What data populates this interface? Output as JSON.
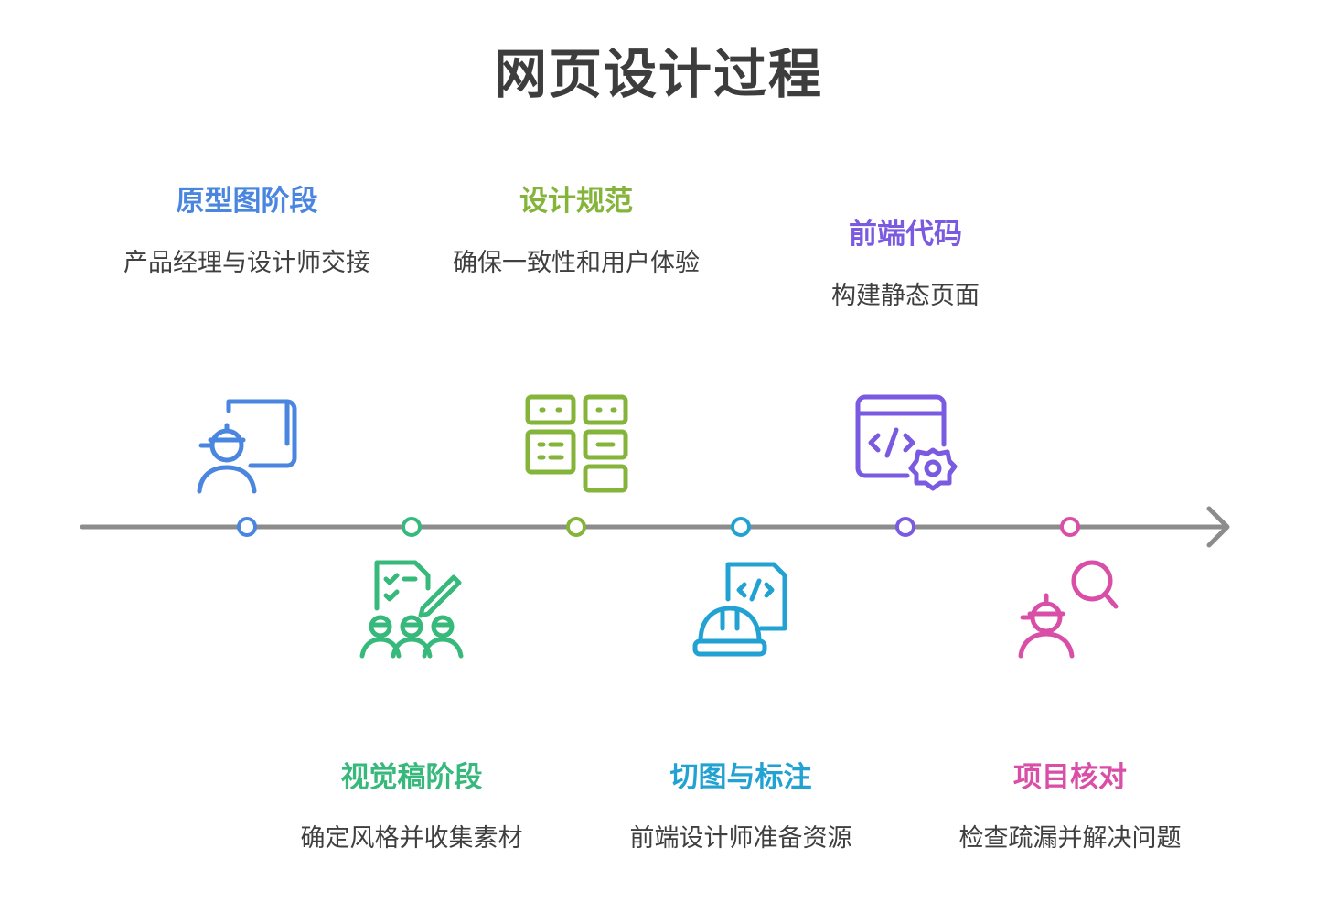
{
  "title": "网页设计过程",
  "stages": [
    {
      "heading": "原型图阶段",
      "description": "产品经理与设计师交接",
      "color": "#4a86e0",
      "icon": "architect-blueprint-icon"
    },
    {
      "heading": "视觉稿阶段",
      "description": "确定风格并收集素材",
      "color": "#37b97c",
      "icon": "team-checklist-icon"
    },
    {
      "heading": "设计规范",
      "description": "确保一致性和用户体验",
      "color": "#84b43a",
      "icon": "layout-grid-icon"
    },
    {
      "heading": "切图与标注",
      "description": "前端设计师准备资源",
      "color": "#22a2d3",
      "icon": "hardhat-code-file-icon"
    },
    {
      "heading": "前端代码",
      "description": "构建静态页面",
      "color": "#7a5ae0",
      "icon": "code-window-gear-icon"
    },
    {
      "heading": "项目核对",
      "description": "检查疏漏并解决问题",
      "color": "#d94fa7",
      "icon": "inspector-magnifier-icon"
    }
  ]
}
